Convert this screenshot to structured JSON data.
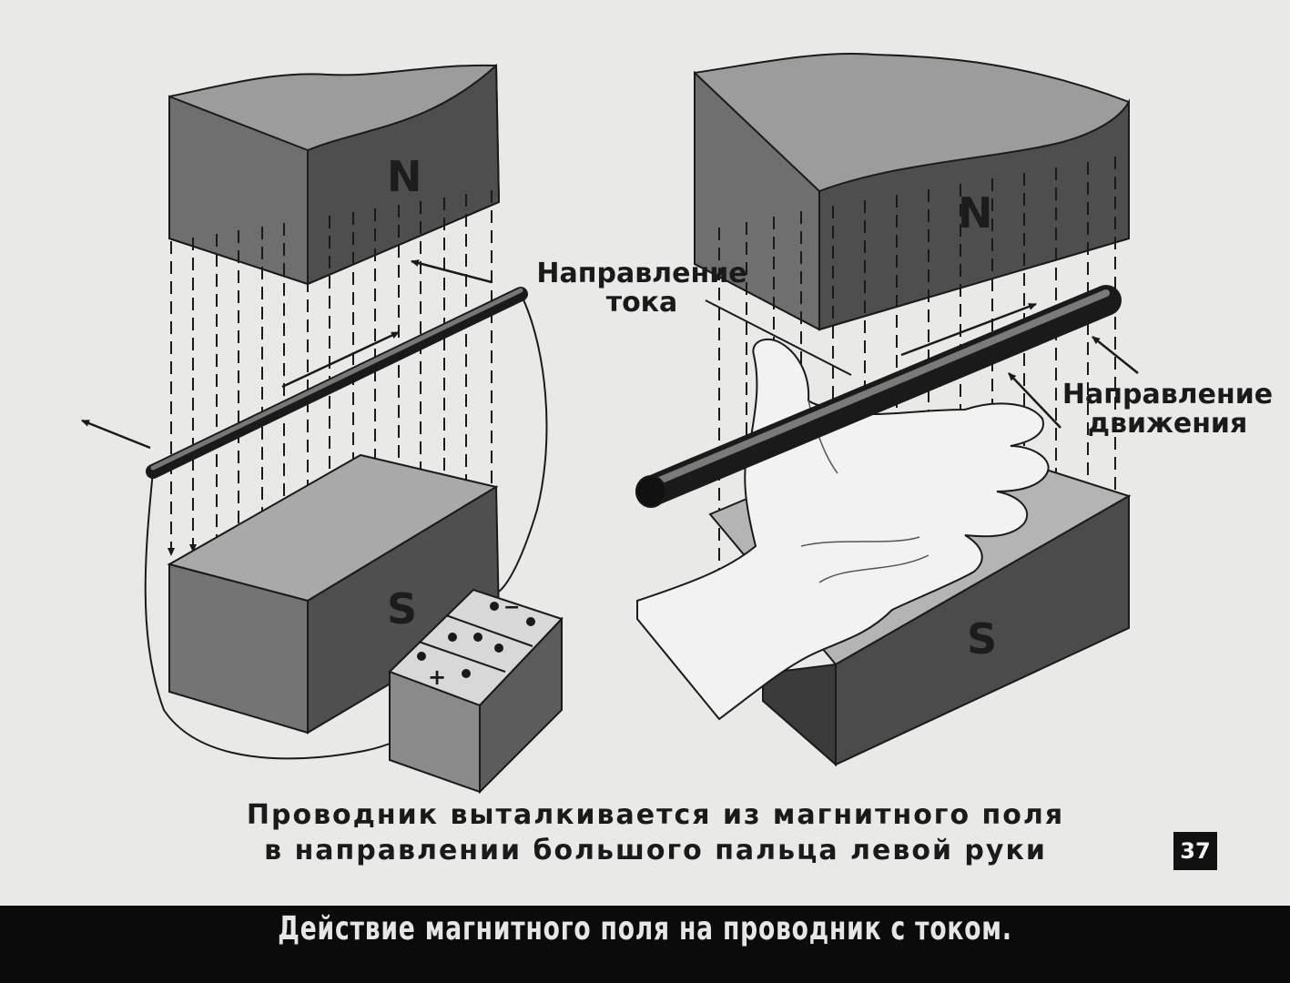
{
  "labels": {
    "pole_north": "N",
    "pole_south": "S",
    "current_direction": "Направление\nтока",
    "motion_direction": "Направление\nдвижения",
    "battery_minus": "−",
    "battery_plus": "+"
  },
  "caption": {
    "line1": "Проводник выталкивается из магнитного поля",
    "line2": "в направлении большого пальца левой руки"
  },
  "slide_number": "37",
  "title": "Действие магнитного поля на проводник с током.",
  "colors": {
    "background": "#e9e9e7",
    "magnet_front": "#6f6f6f",
    "magnet_side": "#4e4e4e",
    "magnet_top": "#9c9c9c",
    "title_bar": "#0b0b0b"
  }
}
